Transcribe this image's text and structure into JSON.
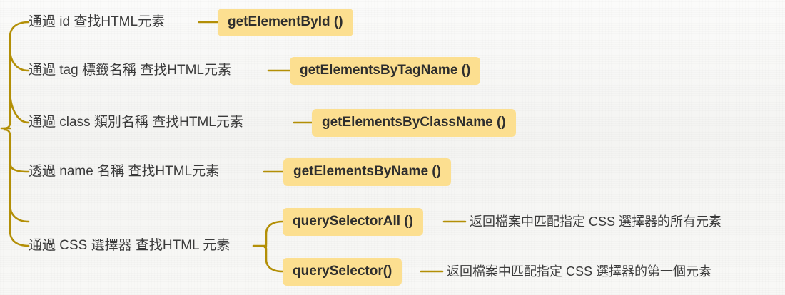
{
  "diagram": {
    "type": "mind-map",
    "title": "",
    "colors": {
      "background": "#f7f7f5",
      "badge_fill": "#fcdf90",
      "connector": "#b38f06",
      "text": "#3b3b3b"
    },
    "root_label": "",
    "branches": [
      {
        "label": "通過 id 查找HTML元素",
        "method": "getElementById ()",
        "description": ""
      },
      {
        "label": "通過 tag 標籤名稱 查找HTML元素",
        "method": "getElementsByTagName ()",
        "description": ""
      },
      {
        "label": "通過 class 類別名稱 查找HTML元素",
        "method": "getElementsByClassName ()",
        "description": ""
      },
      {
        "label": "透過 name 名稱 查找HTML元素",
        "method": "getElementsByName ()",
        "description": ""
      },
      {
        "label": "通過 CSS 選擇器 查找HTML 元素",
        "children": [
          {
            "method": "querySelectorAll ()",
            "description": "返回檔案中匹配指定 CSS 選擇器的所有元素"
          },
          {
            "method": "querySelector()",
            "description": "返回檔案中匹配指定 CSS 選擇器的第一個元素"
          }
        ]
      }
    ]
  }
}
